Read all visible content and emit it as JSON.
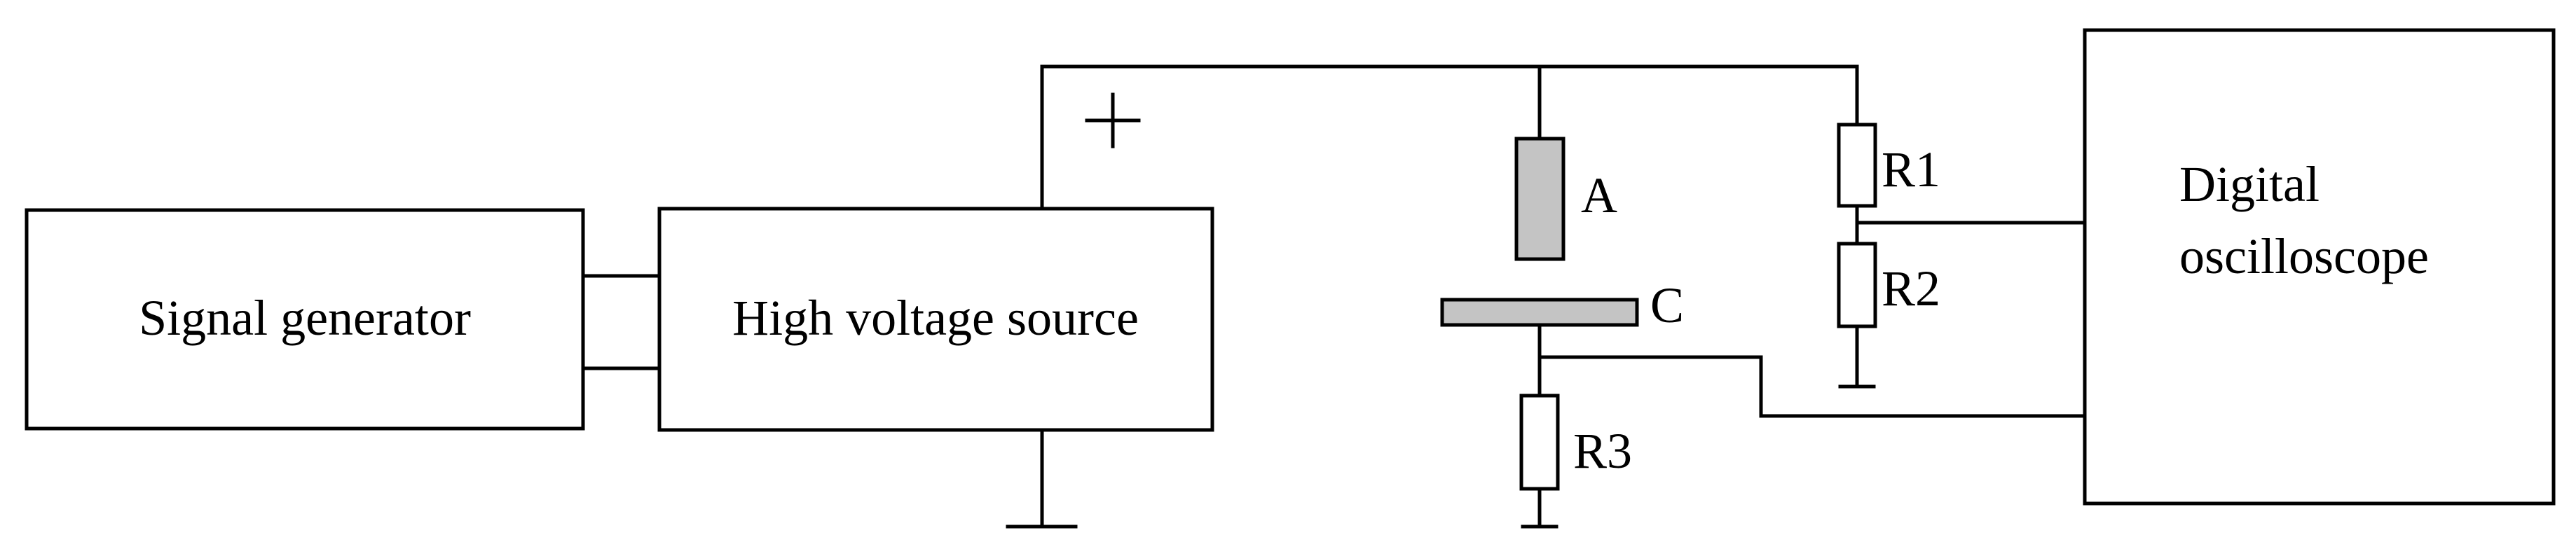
{
  "blocks": {
    "signal_generator": "Signal generator",
    "high_voltage_source": "High voltage source",
    "oscilloscope_line1": "Digital",
    "oscilloscope_line2": "oscilloscope"
  },
  "components": {
    "electrode_a": "A",
    "electrode_c": "C",
    "r1": "R1",
    "r2": "R2",
    "r3": "R3"
  },
  "polarity": "+"
}
